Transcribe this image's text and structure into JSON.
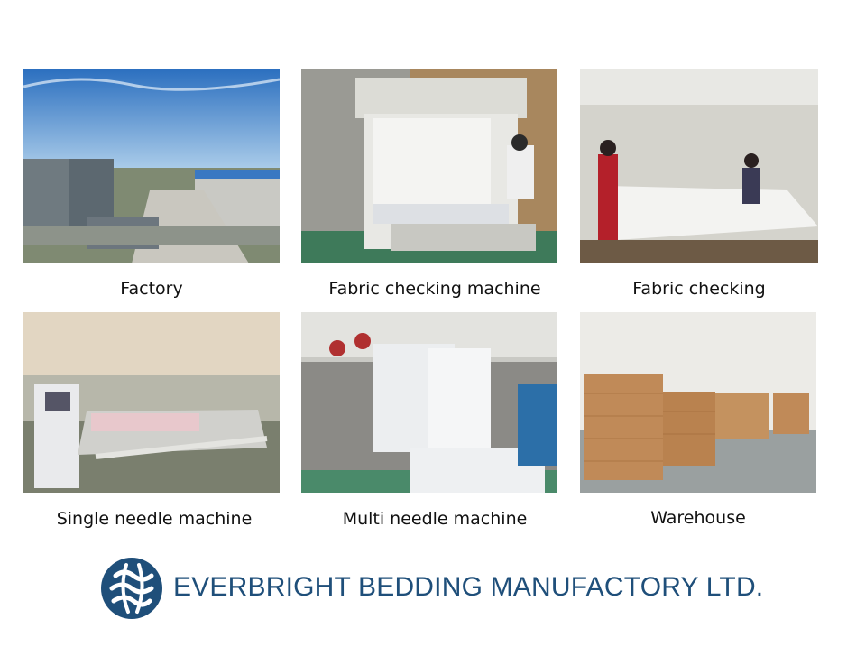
{
  "photos": [
    {
      "caption": "Factory"
    },
    {
      "caption": "Fabric checking machine"
    },
    {
      "caption": "Fabric checking"
    },
    {
      "caption": "Single needle machine"
    },
    {
      "caption": "Multi needle machine"
    },
    {
      "caption": "Warehouse"
    }
  ],
  "company": {
    "name": "EVERBRIGHT BEDDING MANUFACTORY LTD.",
    "color": "#1f4f7a"
  }
}
